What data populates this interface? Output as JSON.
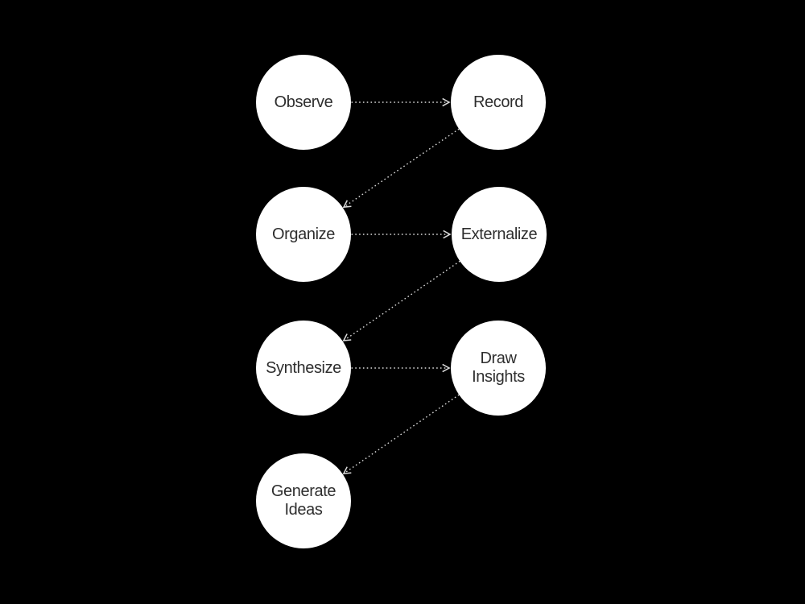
{
  "diagram": {
    "colors": {
      "background": "#000000",
      "node_fill": "#ffffff",
      "node_text": "#2e2e2e",
      "arrow": "#d9d9d9"
    },
    "nodes": [
      {
        "id": "observe",
        "label": "Observe"
      },
      {
        "id": "record",
        "label": "Record"
      },
      {
        "id": "organize",
        "label": "Organize"
      },
      {
        "id": "externalize",
        "label": "Externalize"
      },
      {
        "id": "synthesize",
        "label": "Synthesize"
      },
      {
        "id": "draw-insights",
        "label": "Draw\nInsights"
      },
      {
        "id": "generate-ideas",
        "label": "Generate\nIdeas"
      }
    ],
    "edges": [
      {
        "from": "observe",
        "to": "record",
        "style": "dotted-arrow"
      },
      {
        "from": "record",
        "to": "organize",
        "style": "dotted-arrow"
      },
      {
        "from": "organize",
        "to": "externalize",
        "style": "dotted-arrow"
      },
      {
        "from": "externalize",
        "to": "synthesize",
        "style": "dotted-arrow"
      },
      {
        "from": "synthesize",
        "to": "draw-insights",
        "style": "dotted-arrow"
      },
      {
        "from": "draw-insights",
        "to": "generate-ideas",
        "style": "dotted-arrow"
      }
    ]
  }
}
